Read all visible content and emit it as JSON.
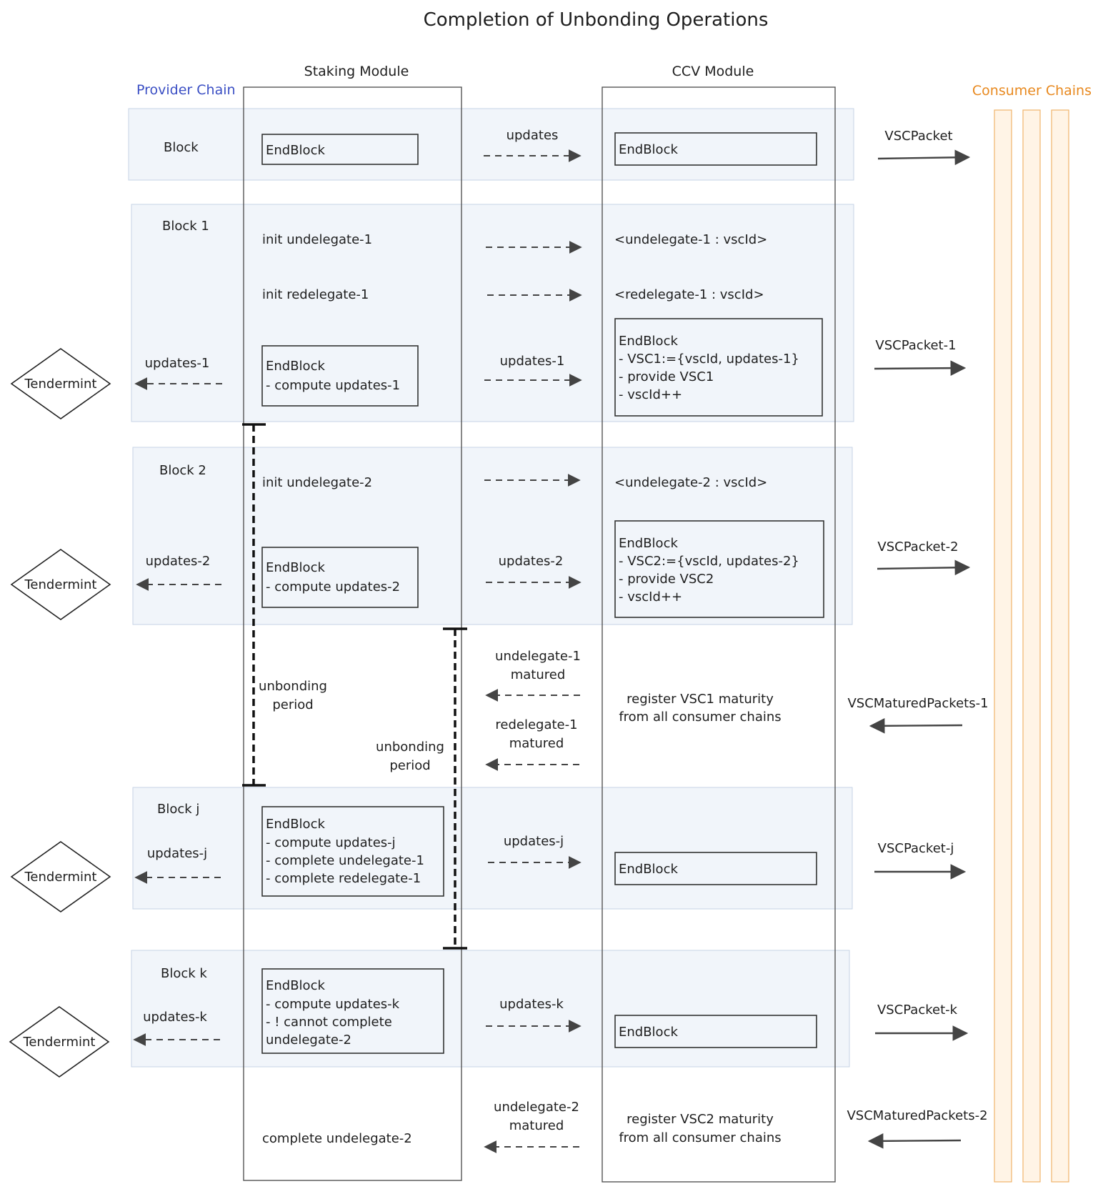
{
  "title": "Completion of Unbonding Operations",
  "columns": {
    "staking": "Staking Module",
    "ccv": "CCV Module",
    "provider": "Provider Chain",
    "consumer": "Consumer Chains"
  },
  "colors": {
    "provider": "#3b4fc4",
    "consumer": "#e8891f",
    "band": "#e8eef7",
    "stroke": "#333333"
  },
  "node_label": "Tendermint",
  "blocks": {
    "block0": "Block",
    "block1": "Block 1",
    "block2": "Block 2",
    "blockj": "Block j",
    "blockk": "Block k"
  },
  "staking": {
    "endblock0": [
      "EndBlock"
    ],
    "init_undelegate_1": "init undelegate-1",
    "init_redelegate_1": "init redelegate-1",
    "endblock1": [
      "EndBlock",
      "- compute updates-1"
    ],
    "init_undelegate_2": "init undelegate-2",
    "endblock2": [
      "EndBlock",
      "- compute updates-2"
    ],
    "endblockj": [
      "EndBlock",
      "- compute updates-j",
      "- complete undelegate-1",
      "- complete redelegate-1"
    ],
    "endblockk": [
      "EndBlock",
      "- compute updates-k",
      "- ! cannot complete",
      "undelegate-2"
    ],
    "complete_undelegate_2": "complete undelegate-2",
    "unbonding_period": [
      "unbonding",
      "period"
    ]
  },
  "ccv": {
    "endblock0": [
      "EndBlock"
    ],
    "undelegate_1": "<undelegate-1 : vscId>",
    "redelegate_1": "<redelegate-1 : vscId>",
    "endblock1": [
      "EndBlock",
      "- VSC1:={vscId, updates-1}",
      "- provide VSC1",
      "- vscId++"
    ],
    "undelegate_2": "<undelegate-2 : vscId>",
    "endblock2": [
      "EndBlock",
      "- VSC2:={vscId, updates-2}",
      "- provide VSC2",
      "- vscId++"
    ],
    "register_vsc1": [
      "register VSC1 maturity",
      "from all consumer chains"
    ],
    "endblockj": [
      "EndBlock"
    ],
    "endblockk": [
      "EndBlock"
    ],
    "register_vsc2": [
      "register VSC2 maturity",
      "from all consumer chains"
    ]
  },
  "arrows": {
    "updates": "updates",
    "updates_1": "updates-1",
    "updates_2": "updates-2",
    "updates_j": "updates-j",
    "updates_k": "updates-k",
    "undelegate_1_matured": [
      "undelegate-1",
      "matured"
    ],
    "redelegate_1_matured": [
      "redelegate-1",
      "matured"
    ],
    "undelegate_2_matured": [
      "undelegate-2",
      "matured"
    ]
  },
  "packets": {
    "vsc": "VSCPacket",
    "vsc_1": "VSCPacket-1",
    "vsc_2": "VSCPacket-2",
    "matured_1": "VSCMaturedPackets-1",
    "vsc_j": "VSCPacket-j",
    "vsc_k": "VSCPacket-k",
    "matured_2": "VSCMaturedPackets-2"
  }
}
